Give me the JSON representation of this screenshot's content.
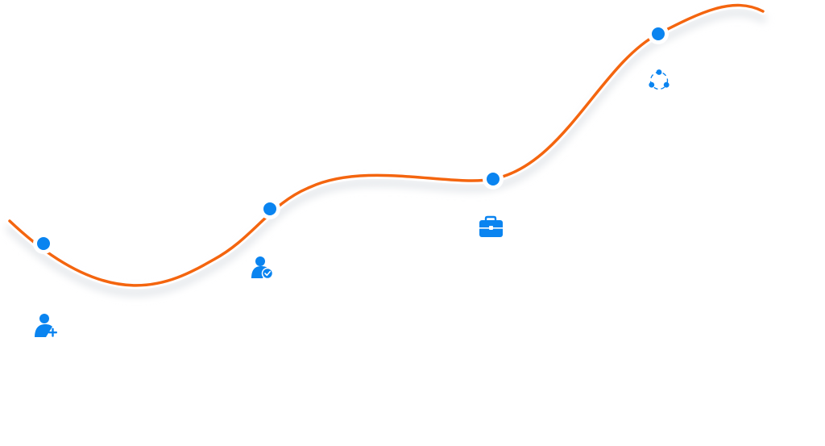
{
  "colors": {
    "background": "#ffffff",
    "path": "#f4650f",
    "path_shadow": "#e3e6ea",
    "node_fill": "#0a84f0",
    "node_ring": "#ffffff",
    "icon": "#0a84f0"
  },
  "steps": [
    {
      "id": "add-user",
      "icon": "user-add-icon"
    },
    {
      "id": "verify-user",
      "icon": "user-check-icon"
    },
    {
      "id": "business",
      "icon": "briefcase-icon"
    },
    {
      "id": "network",
      "icon": "network-icon"
    }
  ]
}
